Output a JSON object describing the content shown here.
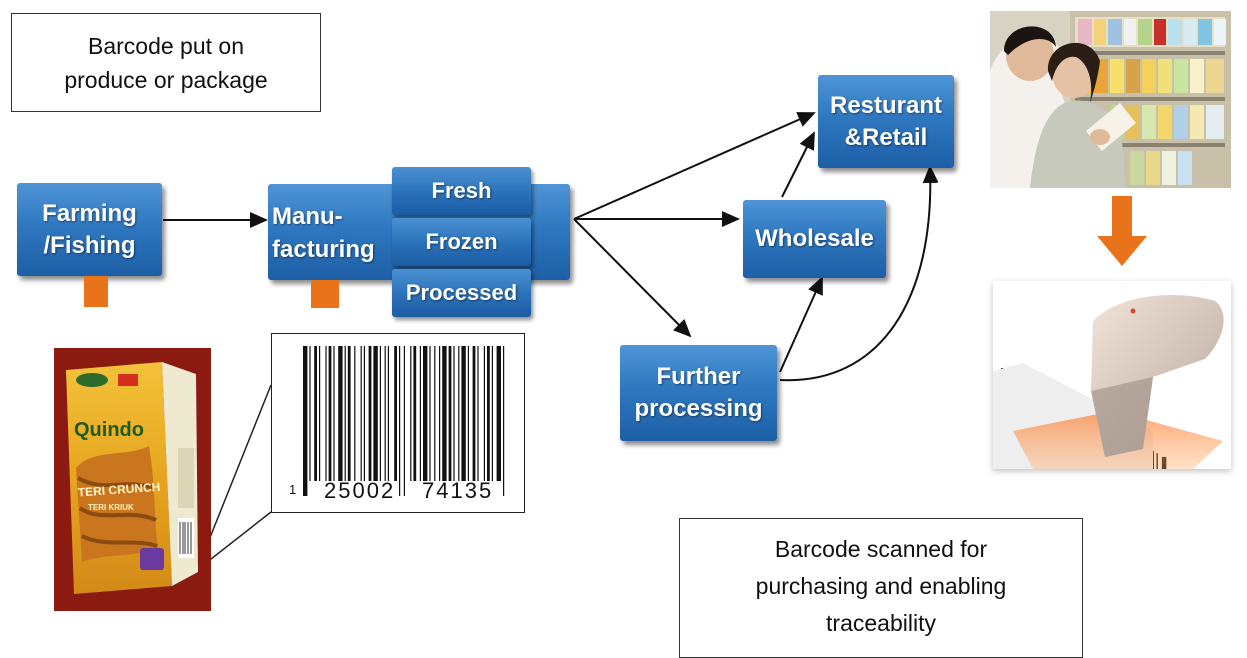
{
  "notes": {
    "top": [
      "Barcode put on",
      "produce or package"
    ],
    "bottom": [
      "Barcode scanned for",
      "purchasing and enabling",
      "traceability"
    ]
  },
  "nodes": {
    "farming": [
      "Farming",
      "/Fishing"
    ],
    "manufacturing": [
      "Manu-",
      "facturing"
    ],
    "fresh": "Fresh",
    "frozen": "Frozen",
    "processed": "Processed",
    "wholesale": "Wholesale",
    "further": [
      "Further",
      "processing"
    ],
    "retail": [
      "Resturant",
      "&Retail"
    ]
  },
  "package": {
    "brand": "Quindo",
    "product": "TERI CRUNCH",
    "sub": "TERI KRIUK"
  },
  "barcode": {
    "prefix": "1",
    "left": "25002",
    "right": "74135"
  },
  "colors": {
    "box_blue": "#2f78c0",
    "tab_orange": "#e8731b",
    "package_red": "#8b1a10"
  }
}
